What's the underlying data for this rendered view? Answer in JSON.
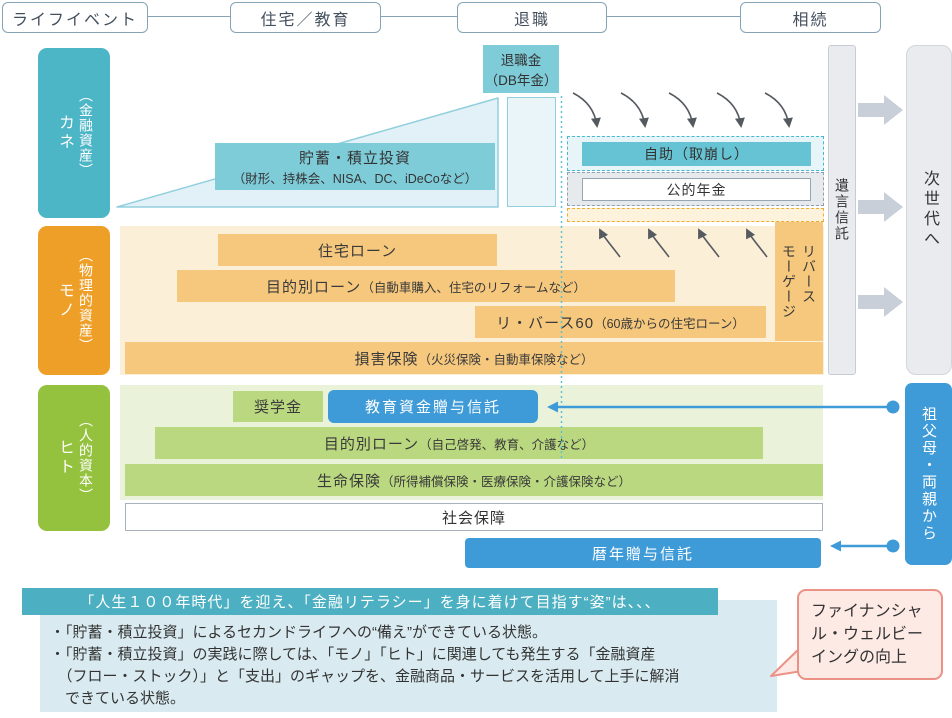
{
  "timeline": {
    "items": [
      {
        "label": "ライフイベント"
      },
      {
        "label": "住宅／教育"
      },
      {
        "label": "退職"
      },
      {
        "label": "相続"
      }
    ]
  },
  "kane": {
    "label_main": "カネ",
    "label_sub": "（金融資産）",
    "savings_title": "貯蓄・積立投資",
    "savings_sub": "（財形、持株会、NISA、DC、iDeCoなど）",
    "retirement_line1": "退職金",
    "retirement_line2": "（DB年金）",
    "self_help": "自助（取崩し）",
    "public_pension": "公的年金"
  },
  "mono": {
    "label_main": "モノ",
    "label_sub": "（物理的資産）",
    "bars": [
      {
        "main": "住宅ローン",
        "sub": ""
      },
      {
        "main": "目的別ローン",
        "sub": "（自動車購入、住宅のリフォームなど）"
      },
      {
        "main": "リ・バース60",
        "sub": "（60歳からの住宅ローン）"
      },
      {
        "main": "損害保険",
        "sub": "（火災保険・自動車保険など）"
      }
    ],
    "reverse_mortgage": "リバース\nモーゲージ"
  },
  "hito": {
    "label_main": "ヒト",
    "label_sub": "（人的資本）",
    "scholarship": "奨学金",
    "education_trust": "教育資金贈与信託",
    "purpose_loan_main": "目的別ローン",
    "purpose_loan_sub": "（自己啓発、教育、介護など）",
    "life_insurance_main": "生命保険",
    "life_insurance_sub": "（所得補償保険・医療保険・介護保険など）",
    "social_security": "社会保障",
    "calendar_gift_trust": "暦年贈与信託"
  },
  "right": {
    "will_trust": "遺言信託",
    "next_generation": "次世代へ",
    "grandparents": "祖父母・両親から"
  },
  "summary": {
    "title": "「人生１００年時代」を迎え、「金融リテラシー」を身に着けて目指す“姿”は、、、",
    "body": "・「貯蓄・積立投資」によるセカンドライフへの“備え”ができている状態。\n・「貯蓄・積立投資」の実践に際しては、「モノ」「ヒト」に関連しても発生する「金融資産\n　（フロー・ストック）」と「支出」のギャップを、金融商品・サービスを活用して上手に解消\n　できている状態。",
    "callout": "ファイナンシャル・ウェルビーイングの向上"
  },
  "colors": {
    "teal_label": "#4cb5c6",
    "teal_bar": "#7fccd9",
    "self_help_bar": "#66c3d3",
    "orange_label": "#ee9f27",
    "orange_bar": "#f6c87d",
    "orange_bg": "#fcefd8",
    "green_label": "#94c23e",
    "green_bar": "#bad87f",
    "green_bg": "#eaf3da",
    "blue": "#3e9bd8",
    "gray_box": "#e9ebee",
    "summary_bar": "#4db0c2",
    "summary_bg": "#d9ebf1",
    "callout_bg": "#fdeae5",
    "callout_border": "#ec9186"
  }
}
